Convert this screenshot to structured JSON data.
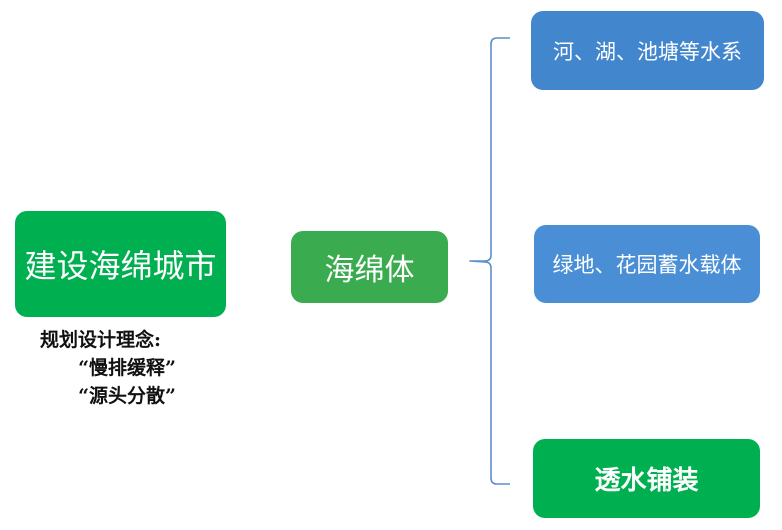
{
  "colors": {
    "green_dark": "#00b050",
    "green_mid": "#3aab4f",
    "blue": "#4286cd",
    "brace": "#5b8fc9"
  },
  "root": {
    "label": "建设海绵城市"
  },
  "concept": {
    "lines": [
      "规划设计理念:",
      "“慢排缓释”",
      "“源头分散”"
    ]
  },
  "middle": {
    "label": "海绵体"
  },
  "branches": [
    {
      "label": "河、湖、池塘等水系"
    },
    {
      "label": "绿地、花园蓄水载体"
    },
    {
      "label": "透水铺装"
    }
  ]
}
